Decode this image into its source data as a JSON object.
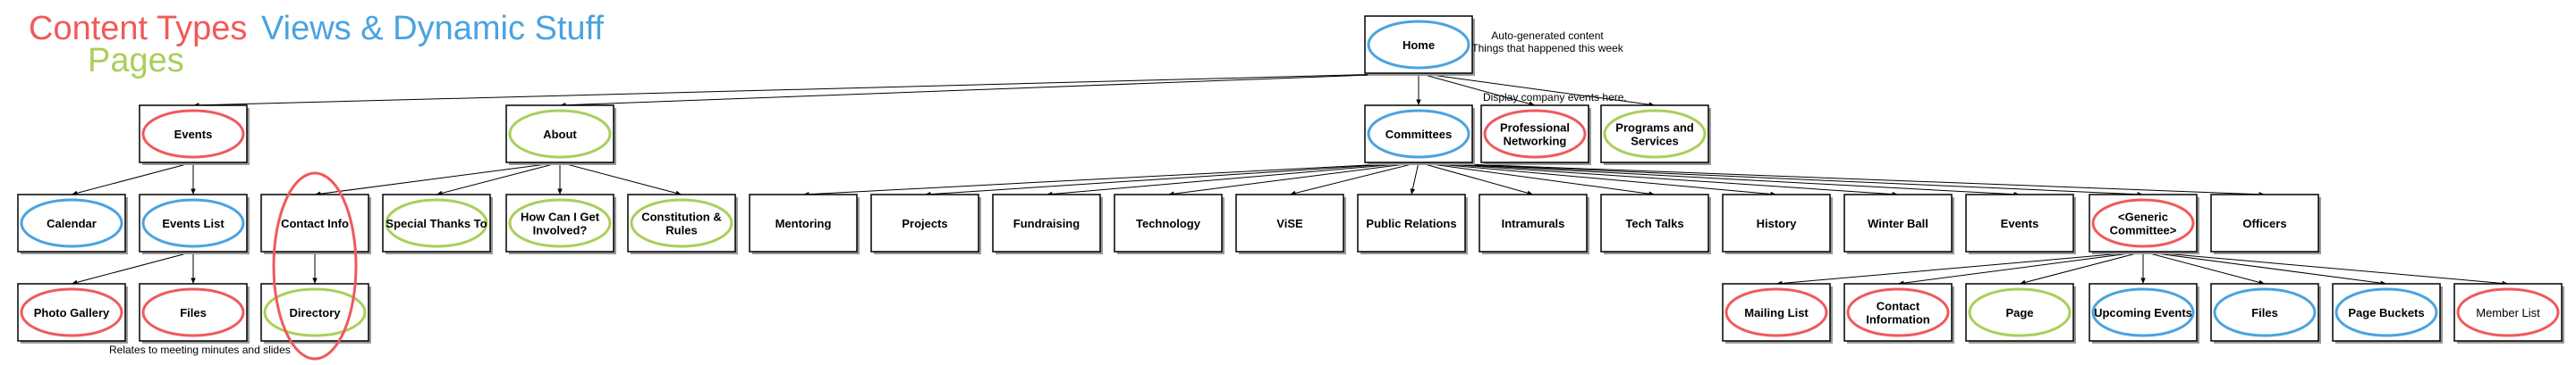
{
  "legend": {
    "content_types": {
      "label": "Content Types",
      "color": "#f05a5a"
    },
    "views": {
      "label": "Views & Dynamic Stuff",
      "color": "#4aa3e0"
    },
    "pages": {
      "label": "Pages",
      "color": "#a9cf5a"
    }
  },
  "nodes": [
    {
      "id": "home",
      "lines": [
        "Home"
      ],
      "type": "views"
    },
    {
      "id": "events",
      "lines": [
        "Events"
      ],
      "type": "content_types"
    },
    {
      "id": "about",
      "lines": [
        "About"
      ],
      "type": "pages"
    },
    {
      "id": "committees",
      "lines": [
        "Committees"
      ],
      "type": "views"
    },
    {
      "id": "prof-networking",
      "lines": [
        "Professional",
        "Networking"
      ],
      "type": "content_types"
    },
    {
      "id": "programs-services",
      "lines": [
        "Programs and",
        "Services"
      ],
      "type": "pages"
    },
    {
      "id": "calendar",
      "lines": [
        "Calendar"
      ],
      "type": "views"
    },
    {
      "id": "events-list",
      "lines": [
        "Events List"
      ],
      "type": "views"
    },
    {
      "id": "contact-info",
      "lines": [
        "Contact Info"
      ],
      "type": null
    },
    {
      "id": "special-thanks",
      "lines": [
        "Special Thanks To"
      ],
      "type": "pages"
    },
    {
      "id": "how-can-i",
      "lines": [
        "How Can I Get",
        "Involved?"
      ],
      "type": "pages"
    },
    {
      "id": "constitution",
      "lines": [
        "Constitution &",
        "Rules"
      ],
      "type": "pages"
    },
    {
      "id": "mentoring",
      "lines": [
        "Mentoring"
      ],
      "type": null
    },
    {
      "id": "projects",
      "lines": [
        "Projects"
      ],
      "type": null
    },
    {
      "id": "fundraising",
      "lines": [
        "Fundraising"
      ],
      "type": null
    },
    {
      "id": "technology",
      "lines": [
        "Technology"
      ],
      "type": null
    },
    {
      "id": "vise",
      "lines": [
        "ViSE"
      ],
      "type": null
    },
    {
      "id": "public-relations",
      "lines": [
        "Public Relations"
      ],
      "type": null
    },
    {
      "id": "intramurals",
      "lines": [
        "Intramurals"
      ],
      "type": null
    },
    {
      "id": "tech-talks",
      "lines": [
        "Tech Talks"
      ],
      "type": null
    },
    {
      "id": "history",
      "lines": [
        "History"
      ],
      "type": null
    },
    {
      "id": "winter-ball",
      "lines": [
        "Winter Ball"
      ],
      "type": null
    },
    {
      "id": "events-committee",
      "lines": [
        "Events"
      ],
      "type": null
    },
    {
      "id": "generic-committee",
      "lines": [
        "<Generic",
        "Committee>"
      ],
      "type": "content_types"
    },
    {
      "id": "officers",
      "lines": [
        "Officers"
      ],
      "type": null
    },
    {
      "id": "photo-gallery",
      "lines": [
        "Photo Gallery"
      ],
      "type": "content_types"
    },
    {
      "id": "files",
      "lines": [
        "Files"
      ],
      "type": "content_types"
    },
    {
      "id": "directory",
      "lines": [
        "Directory"
      ],
      "type": "pages"
    },
    {
      "id": "mailing-list",
      "lines": [
        "Mailing List"
      ],
      "type": "content_types"
    },
    {
      "id": "contact-information",
      "lines": [
        "Contact",
        "Information"
      ],
      "type": "content_types"
    },
    {
      "id": "page",
      "lines": [
        "Page"
      ],
      "type": "pages"
    },
    {
      "id": "upcoming-events",
      "lines": [
        "Upcoming Events"
      ],
      "type": "views"
    },
    {
      "id": "files-committee",
      "lines": [
        "Files"
      ],
      "type": "views"
    },
    {
      "id": "page-buckets",
      "lines": [
        "Page Buckets"
      ],
      "type": "views"
    },
    {
      "id": "member-list",
      "lines": [
        "Member List"
      ],
      "type": "content_types",
      "plain": true
    }
  ],
  "edges": [
    [
      "home",
      "events"
    ],
    [
      "home",
      "about"
    ],
    [
      "home",
      "committees"
    ],
    [
      "home",
      "prof-networking"
    ],
    [
      "home",
      "programs-services"
    ],
    [
      "events",
      "calendar"
    ],
    [
      "events",
      "events-list"
    ],
    [
      "events-list",
      "photo-gallery"
    ],
    [
      "events-list",
      "files"
    ],
    [
      "about",
      "contact-info"
    ],
    [
      "about",
      "special-thanks"
    ],
    [
      "about",
      "how-can-i"
    ],
    [
      "about",
      "constitution"
    ],
    [
      "contact-info",
      "directory"
    ],
    [
      "committees",
      "mentoring"
    ],
    [
      "committees",
      "projects"
    ],
    [
      "committees",
      "fundraising"
    ],
    [
      "committees",
      "technology"
    ],
    [
      "committees",
      "vise"
    ],
    [
      "committees",
      "public-relations"
    ],
    [
      "committees",
      "intramurals"
    ],
    [
      "committees",
      "tech-talks"
    ],
    [
      "committees",
      "history"
    ],
    [
      "committees",
      "winter-ball"
    ],
    [
      "committees",
      "events-committee"
    ],
    [
      "committees",
      "generic-committee"
    ],
    [
      "committees",
      "officers"
    ],
    [
      "generic-committee",
      "mailing-list"
    ],
    [
      "generic-committee",
      "contact-information"
    ],
    [
      "generic-committee",
      "page"
    ],
    [
      "generic-committee",
      "upcoming-events"
    ],
    [
      "generic-committee",
      "files-committee"
    ],
    [
      "generic-committee",
      "page-buckets"
    ],
    [
      "generic-committee",
      "member-list"
    ]
  ],
  "notes": [
    {
      "id": "home-note",
      "lines": [
        "Auto-generated content",
        "Things that happened this week"
      ]
    },
    {
      "id": "committees-note",
      "lines": [
        "Display company events here."
      ]
    },
    {
      "id": "gallery-note",
      "lines": [
        "Relates to meeting minutes and slides"
      ]
    }
  ],
  "tall_ellipse_type": "content_types"
}
